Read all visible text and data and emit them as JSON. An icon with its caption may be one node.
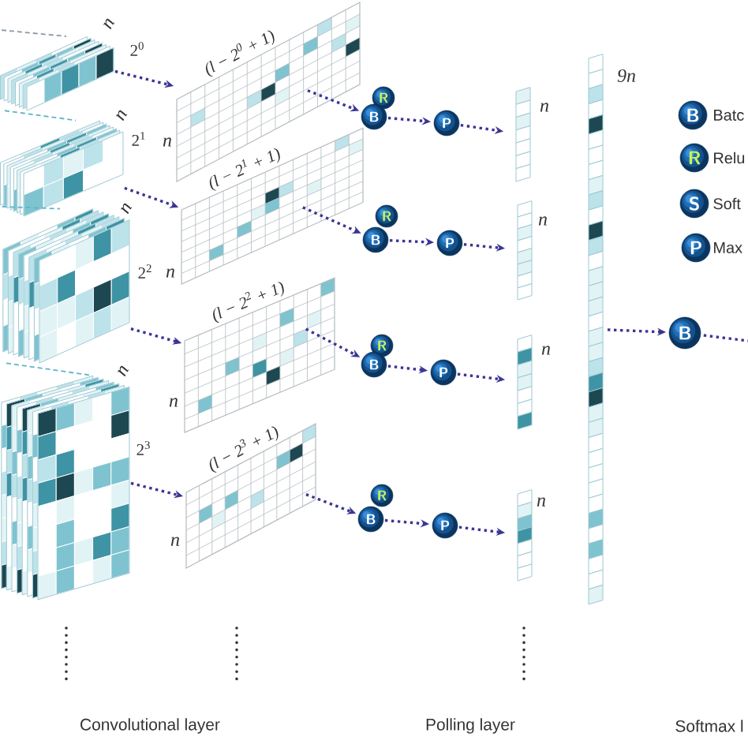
{
  "diagram": {
    "nodes": [
      {
        "text": [],
        "shape": "picture",
        "beside": [
          "n",
          "2$^{0}$"
        ]
      },
      {
        "text": [],
        "shape": "picture",
        "beside": [
          "n",
          "2$^{1}$"
        ]
      },
      {
        "text": [],
        "shape": "picture",
        "beside": [
          "n",
          "2$^{2}$"
        ]
      },
      {
        "text": [],
        "shape": "picture",
        "beside": [
          "n",
          "2$^{3}$"
        ]
      },
      {
        "text": [
          "(l − 2$^{0}$ + 1)"
        ],
        "beside": [
          "n"
        ]
      },
      {
        "text": [
          "(l − 2$^{1}$ + 1)"
        ],
        "beside": [
          "n"
        ]
      },
      {
        "text": [
          "(l − 2$^{2}$ + 1)"
        ],
        "beside": [
          "n"
        ]
      },
      {
        "text": [
          "(l − 2$^{3}$ + 1)"
        ],
        "beside": [
          "n"
        ]
      },
      {
        "text": [
          "R"
        ]
      },
      {
        "text": [
          "B"
        ]
      },
      {
        "text": [
          "P"
        ]
      },
      {
        "text": [
          "R"
        ]
      },
      {
        "text": [
          "B"
        ]
      },
      {
        "text": [
          "P"
        ]
      },
      {
        "text": [
          "R"
        ]
      },
      {
        "text": [
          "B"
        ]
      },
      {
        "text": [
          "P"
        ]
      },
      {
        "text": [
          "R"
        ]
      },
      {
        "text": [
          "B"
        ]
      },
      {
        "text": [
          "P"
        ]
      },
      {
        "text": [],
        "shape": "bar",
        "beside": [
          "n"
        ]
      },
      {
        "text": [],
        "shape": "bar",
        "beside": [
          "n"
        ]
      },
      {
        "text": [],
        "shape": "bar",
        "beside": [
          "n"
        ]
      },
      {
        "text": [],
        "shape": "bar",
        "beside": [
          "n"
        ]
      },
      {
        "text": [],
        "shape": "bar",
        "beside": [
          "9n"
        ]
      },
      {
        "text": [
          "B"
        ]
      },
      {
        "text": [
          "B"
        ],
        "beside": [
          "Batc"
        ]
      },
      {
        "text": [
          "R"
        ],
        "beside": [
          "Relu"
        ]
      },
      {
        "text": [
          "S"
        ],
        "beside": [
          "Soft"
        ]
      },
      {
        "text": [
          "P"
        ],
        "beside": [
          "Max"
        ]
      }
    ],
    "edges": [
      {
        "from": 0,
        "to": 4,
        "arrow": "to"
      },
      {
        "from": 1,
        "to": 5,
        "arrow": "to"
      },
      {
        "from": 2,
        "to": 6,
        "arrow": "to"
      },
      {
        "from": 3,
        "to": 7,
        "arrow": "to"
      },
      {
        "from": 4,
        "to": 9,
        "arrow": "to"
      },
      {
        "from": 5,
        "to": 12,
        "arrow": "to"
      },
      {
        "from": 6,
        "to": 15,
        "arrow": "to"
      },
      {
        "from": 7,
        "to": 18,
        "arrow": "to"
      },
      {
        "from": 9,
        "to": 10,
        "arrow": "to"
      },
      {
        "from": 12,
        "to": 13,
        "arrow": "to"
      },
      {
        "from": 15,
        "to": 16,
        "arrow": "to"
      },
      {
        "from": 18,
        "to": 19,
        "arrow": "to"
      },
      {
        "from": 10,
        "to": 20,
        "arrow": "to"
      },
      {
        "from": 13,
        "to": 21,
        "arrow": "to"
      },
      {
        "from": 16,
        "to": 22,
        "arrow": "to"
      },
      {
        "from": 19,
        "to": 23,
        "arrow": "to"
      },
      {
        "from": 24,
        "to": 25,
        "arrow": "to"
      },
      {
        "from": 25,
        "to": null,
        "arrow": "none"
      },
      {
        "from": null,
        "to": 0,
        "arrow": "none",
        "style": "dashed",
        "color": "#8c98a4"
      },
      {
        "from": 0,
        "to": 1,
        "arrow": "none",
        "style": "dashed",
        "color": "#5fb4c8"
      },
      {
        "from": 1,
        "to": 2,
        "arrow": "none",
        "style": "dashed",
        "color": "#5fb4c8"
      },
      {
        "from": 2,
        "to": 3,
        "arrow": "none",
        "style": "dashed",
        "color": "#5fb4c8"
      }
    ],
    "labels": [
      "Convolutional layer",
      "Polling layer",
      "Softmax l"
    ]
  }
}
